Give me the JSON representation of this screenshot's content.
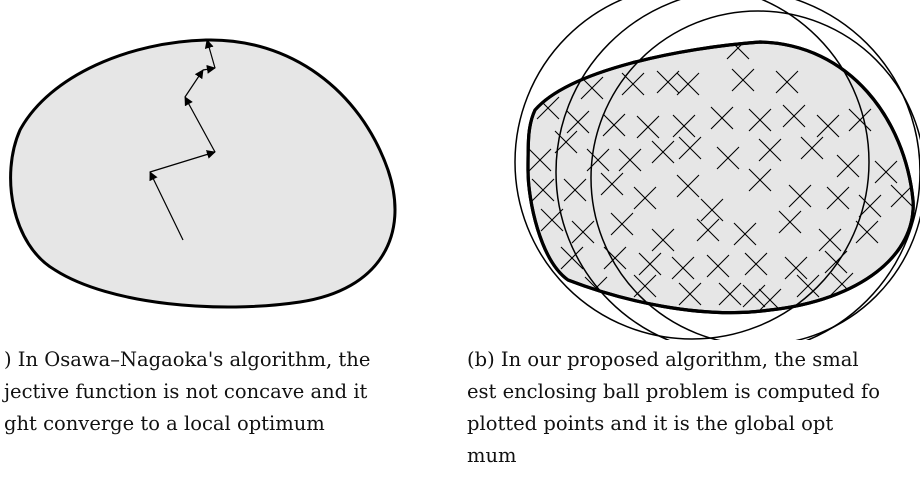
{
  "figure": {
    "colors": {
      "region_fill": "#e6e6e6",
      "stroke": "#000000"
    },
    "panel_a": {
      "caption_lines": [
        ") In Osawa–Nagaoka's algorithm, the",
        "jective function is not concave and it",
        "ght converge to a local optimum"
      ]
    },
    "panel_b": {
      "caption_lines": [
        "(b) In our proposed algorithm, the smal",
        "est enclosing ball problem is computed fo",
        "plotted points and it is the global opt",
        "mum"
      ]
    }
  }
}
